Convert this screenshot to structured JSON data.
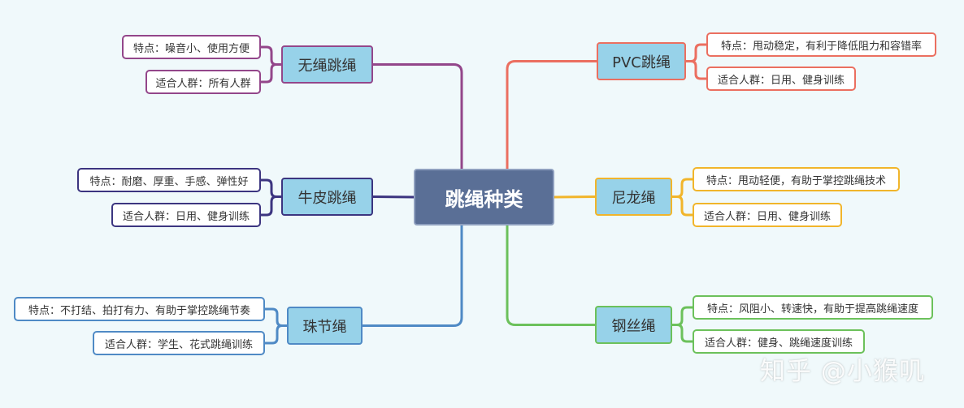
{
  "root": {
    "label": "跳绳种类"
  },
  "branches": [
    {
      "id": "wushen",
      "label": "无绳跳绳",
      "color": "#93468a",
      "items": [
        {
          "label": "特点：噪音小、使用方便"
        },
        {
          "label": "适合人群：所有人群"
        }
      ]
    },
    {
      "id": "niupi",
      "label": "牛皮跳绳",
      "color": "#3c3580",
      "items": [
        {
          "label": "特点：耐磨、厚重、手感、弹性好"
        },
        {
          "label": "适合人群：日用、健身训练"
        }
      ]
    },
    {
      "id": "zhujie",
      "label": "珠节绳",
      "color": "#4f8ac5",
      "items": [
        {
          "label": "特点：不打结、拍打有力、有助于掌控跳绳节奏"
        },
        {
          "label": "适合人群：学生、花式跳绳训练"
        }
      ]
    },
    {
      "id": "pvc",
      "label": "PVC跳绳",
      "color": "#eb6f60",
      "items": [
        {
          "label": "特点：甩动稳定，有利于降低阻力和容错率"
        },
        {
          "label": "适合人群：日用、健身训练"
        }
      ]
    },
    {
      "id": "nilong",
      "label": "尼龙绳",
      "color": "#f1b52b",
      "items": [
        {
          "label": "特点：甩动轻便，有助于掌控跳绳技术"
        },
        {
          "label": "适合人群：日用、健身训练"
        }
      ]
    },
    {
      "id": "gangsi",
      "label": "钢丝绳",
      "color": "#6cc15b",
      "items": [
        {
          "label": "特点：风阻小、转速快，有助于提高跳绳速度"
        },
        {
          "label": "适合人群：健身、跳绳速度训练"
        }
      ]
    }
  ],
  "watermark": "知乎 @小猴叽"
}
